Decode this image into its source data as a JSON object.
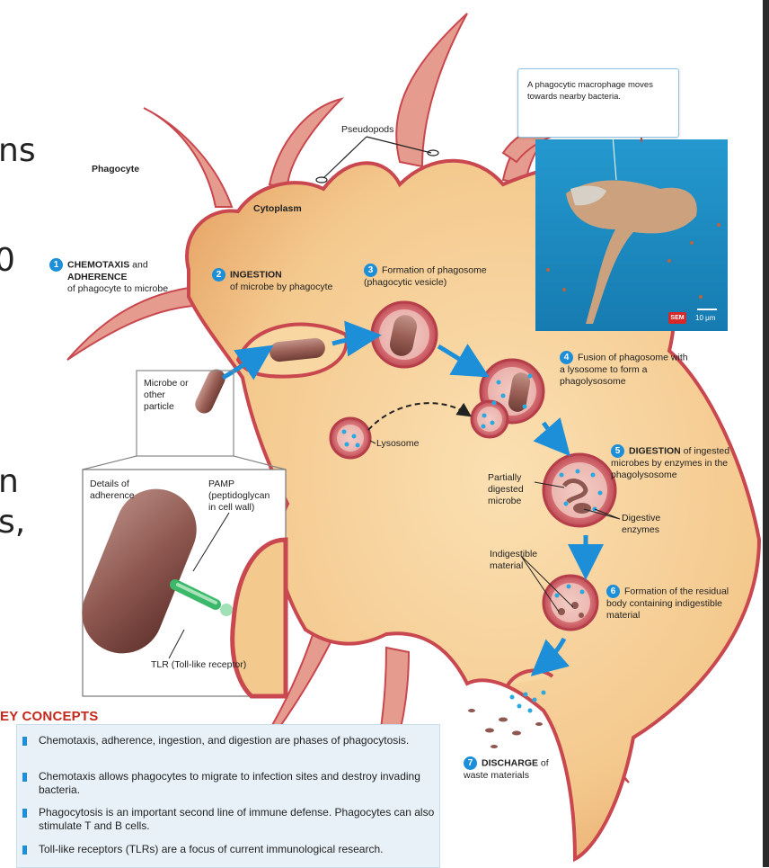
{
  "edge_fragments": [
    "ns",
    "0",
    "n",
    "s,"
  ],
  "labels": {
    "phagocyte": "Phagocyte",
    "cytoplasm": "Cytoplasm",
    "pseudopods": "Pseudopods",
    "microbe": "Microbe or other particle",
    "lysosome": "Lysosome",
    "details_of_adherence": "Details of adherence",
    "pamp": "PAMP (peptidoglycan in cell wall)",
    "tlr": "TLR (Toll-like receptor)",
    "partially_digested": "Partially digested microbe",
    "digestive_enzymes": "Digestive enzymes",
    "indigestible": "Indigestible material",
    "sem": "SEM",
    "scale": "10 μm"
  },
  "caption": "A phagocytic macrophage moves towards nearby bacteria.",
  "steps": [
    {
      "num": "1",
      "title": "CHEMOTAXIS",
      "mid": " and ",
      "title2": "ADHERENCE",
      "rest": "of phagocyte to microbe"
    },
    {
      "num": "2",
      "title": "INGESTION",
      "rest": "of microbe by phagocyte"
    },
    {
      "num": "3",
      "title": "",
      "rest": "Formation of phagosome (phagocytic vesicle)"
    },
    {
      "num": "4",
      "title": "",
      "rest": "Fusion of phagosome with a lysosome to form a phagolysosome"
    },
    {
      "num": "5",
      "title": "DIGESTION",
      "rest": " of ingested microbes by enzymes in the phagolysosome"
    },
    {
      "num": "6",
      "title": "",
      "rest": "Formation of the residual body containing indigestible material"
    },
    {
      "num": "7",
      "title": "DISCHARGE",
      "rest": " of waste materials"
    }
  ],
  "key_concepts": {
    "title_a": "EY ",
    "title_b": "CONCEPTS",
    "items": [
      "Chemotaxis, adherence, ingestion, and digestion are phases of phagocytosis.",
      "Chemotaxis allows phagocytes to migrate to infection sites and destroy invading bacteria.",
      "Phagocytosis is an important second line of immune defense. Phagocytes can also stimulate T and B cells.",
      "Toll-like receptors (TLRs) are a focus of current immunological research."
    ]
  },
  "colors": {
    "cell": "#f4c98e",
    "cell_edge": "#c9474f",
    "vesicle": "#c84a55",
    "arrow": "#1d8fd8",
    "photo_bg": "#1e8fc4",
    "key_title": "#c5281c"
  }
}
